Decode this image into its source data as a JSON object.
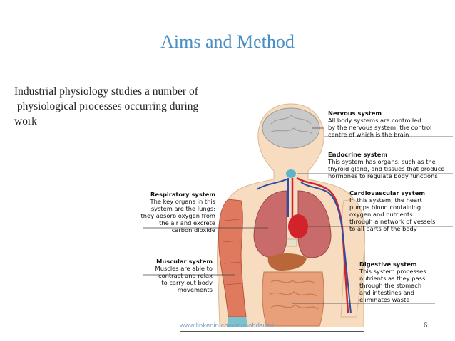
{
  "slide": {
    "title": "Aims and Method",
    "intro_lines": [
      "Industrial physiology studies a number of",
      " physiological processes occurring during",
      "work"
    ],
    "figure": {
      "labels": {
        "nervous": {
          "heading": "Nervous system",
          "lines": [
            "All body systems are controlled",
            "by the nervous system, the control",
            "centre of which is the brain"
          ]
        },
        "endocrine": {
          "heading": "Endocrine system",
          "lines": [
            "This system has organs, such as the",
            "thyroid gland, and tissues that produce",
            "hormones to regulate body functions"
          ]
        },
        "respiratory": {
          "heading": "Respiratory system",
          "lines": [
            "The key organs in this",
            "system are the lungs;",
            "they absorb oxygen from",
            "the air and excrete",
            "carbon dioxide"
          ]
        },
        "cardiovascular": {
          "heading": "Cardiovascular system",
          "lines": [
            "In this system, the heart",
            "pumps blood containing",
            "oxygen and nutrients",
            "through a network of vessels",
            "to all parts of the body"
          ]
        },
        "muscular": {
          "heading": "Muscular system",
          "lines": [
            "Muscles are able to",
            "contract and relax",
            "to carry out body",
            "movements"
          ]
        },
        "digestive": {
          "heading": "Digestive system",
          "lines": [
            "This system processes",
            "nutrients as they pass",
            "through the stomach",
            "and intestines and",
            "eliminates waste"
          ]
        }
      }
    },
    "footer": {
      "url": "www.linkedin.com/in/mohdsurvi",
      "page_number": "6"
    }
  },
  "colors": {
    "title": "#4a8fc4",
    "skin": "#f7dcc0",
    "muscle": "#e07a5f",
    "lung": "#c96b6b",
    "artery": "#d2232a",
    "vein": "#2b4fa8",
    "intestine": "#e8a07a",
    "brain": "#c9c9c9"
  }
}
